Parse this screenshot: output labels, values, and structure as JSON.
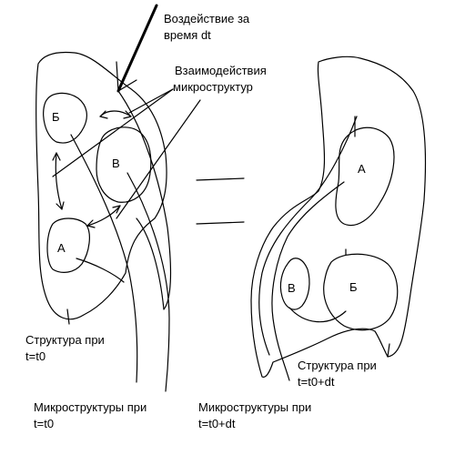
{
  "labels": {
    "impact_line1": "Воздействие за",
    "impact_line2": "время dt",
    "interactions_line1": "Взаимодействия",
    "interactions_line2": "микроструктур",
    "structure_t0_line1": "Структура при",
    "structure_t0_line2": "t=t0",
    "microstructures_t0_line1": "Микроструктуры при",
    "microstructures_t0_line2": "t=t0",
    "microstructures_t0dt_line1": "Микроструктуры при",
    "microstructures_t0dt_line2": "t=t0+dt",
    "structure_t0dt_line1": "Структура при",
    "structure_t0dt_line2": "t=t0+dt"
  },
  "regions": {
    "left_b": "Б",
    "left_v": "В",
    "left_a": "А",
    "right_a": "А",
    "right_v": "В",
    "right_b": "Б"
  },
  "colors": {
    "ink": "#000000",
    "background": "#ffffff"
  }
}
